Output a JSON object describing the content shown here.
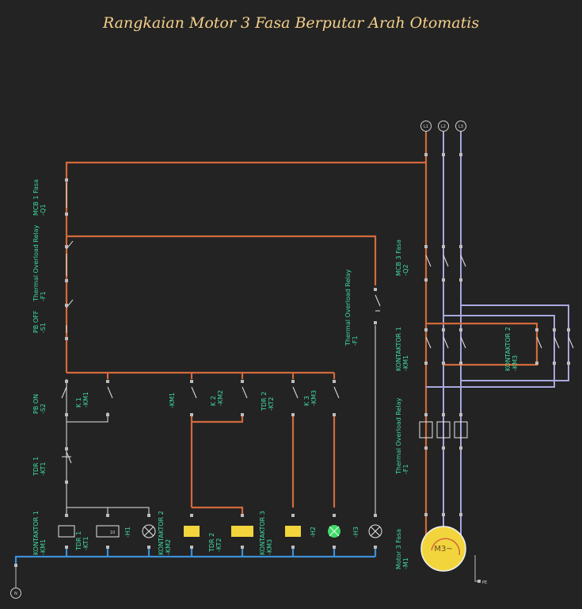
{
  "title": "Rangkaian Motor 3 Fasa Berputar Arah Otomatis",
  "labels": {
    "mcb1": [
      "MCB 1 Fasa",
      "-Q1"
    ],
    "tor_ctrl": [
      "Thermal Overload Relay",
      "-F1"
    ],
    "pb_off": [
      "PB OFF",
      "-S1"
    ],
    "pb_on": [
      "PB ON",
      "-S2"
    ],
    "k1_aux": [
      "K 1",
      "-KM1"
    ],
    "tdr1_contact": [
      "TDR 1",
      "-KT1"
    ],
    "km1_nc": [
      "-KM1"
    ],
    "k2_aux": [
      "K 2",
      "-KM2"
    ],
    "tdr2_contact": [
      "TDR 2",
      "-KT2"
    ],
    "k3_aux": [
      "K 3",
      "-KM3"
    ],
    "tor_right": [
      "Thermal Overload Relay",
      "-F1"
    ],
    "coil_k1": [
      "KONTAKTOR 1",
      "-KM1"
    ],
    "coil_tdr1": [
      "TDR 1",
      "-KT1"
    ],
    "lamp_h1": [
      "-H1"
    ],
    "coil_k2": [
      "KONTAKTOR 2",
      "-KM2"
    ],
    "coil_tdr2": [
      "TDR 2",
      "-KT2"
    ],
    "coil_k3": [
      "KONTAKTOR 3",
      "-KM3"
    ],
    "lamp_h2": [
      "-H2"
    ],
    "lamp_h3": [
      "-H3"
    ],
    "mcb3": [
      "MCB 3 Fasa",
      "-Q2"
    ],
    "kont1_power": [
      "KONTAKTOR 1",
      "-KM1"
    ],
    "kont2_power": [
      "KONTAKTOR 2",
      "-KM3"
    ],
    "tor_power": [
      "Thermal Overload Relay",
      "-F1"
    ],
    "motor": [
      "Motor 3 Fasa",
      "-M1"
    ]
  },
  "phases": [
    "L1",
    "L2",
    "L3"
  ],
  "neutral": "N",
  "pe": "PE",
  "motor_symbol": "M3~",
  "timer_value": "10",
  "colors": {
    "phase_ctrl": "#d26a3c",
    "neutral": "#3d8fd6",
    "phase_alt": "#a8a8e0",
    "coil": "#f2d53c",
    "lamp_on": "#3fd96a",
    "title": "#f5d08a"
  }
}
